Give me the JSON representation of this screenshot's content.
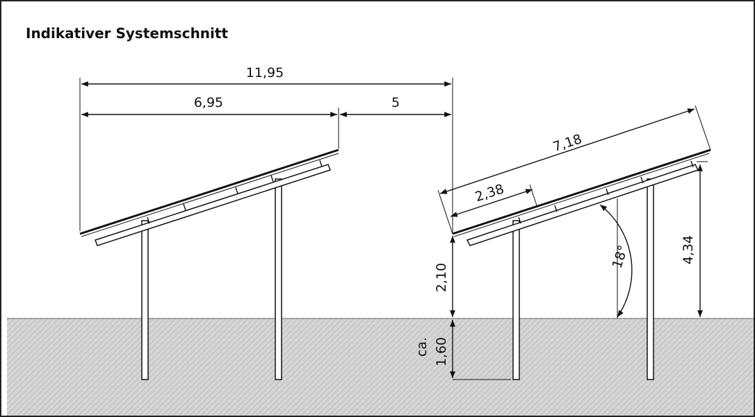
{
  "title": "Indikativer Systemschnitt",
  "dimensions": {
    "total_width": "11,95",
    "table_width": "6,95",
    "row_gap": "5",
    "module_length": "7,18",
    "post_offset": "2,38",
    "lower_edge_height": "2,10",
    "upper_edge_height": "4,34",
    "embed_prefix": "ca.",
    "embed_depth": "1,60",
    "tilt_angle": "18°"
  },
  "colors": {
    "line": "#111111",
    "ground_fill": "#d2d2d2",
    "background": "#ffffff"
  }
}
